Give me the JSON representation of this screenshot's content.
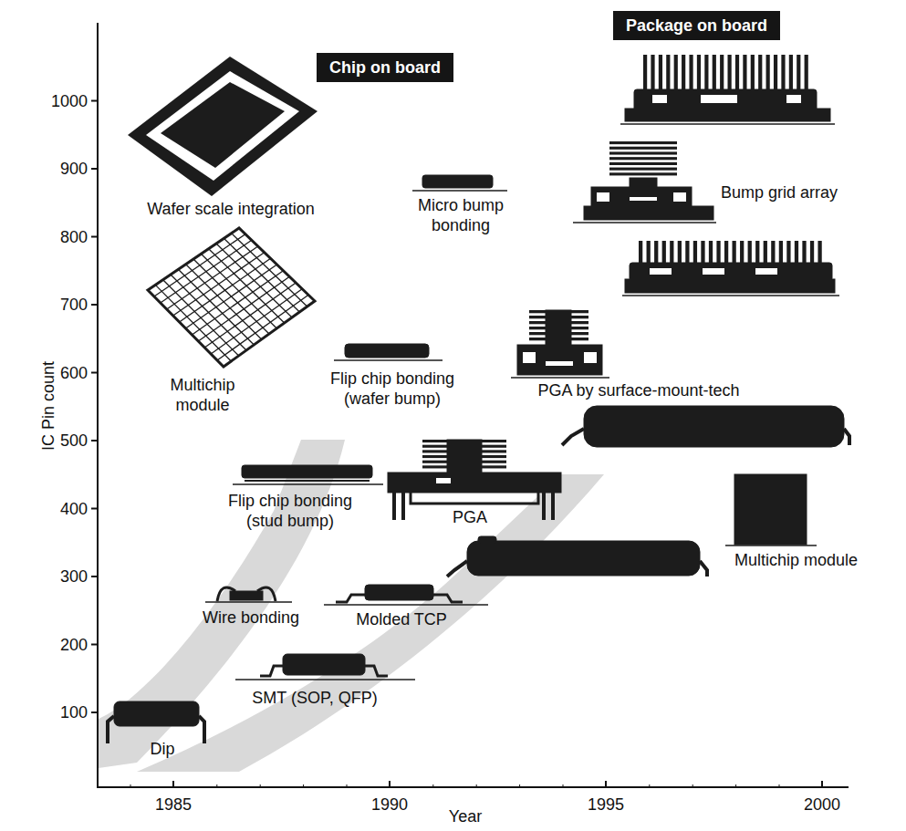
{
  "diagram": {
    "nodes": [
      {
        "text": [
          "Chip on board"
        ]
      },
      {
        "text": [
          "Package on board"
        ]
      }
    ],
    "labels": [
      "IC Pin count",
      "Year",
      "100",
      "200",
      "300",
      "400",
      "500",
      "600",
      "700",
      "800",
      "900",
      "1000",
      "1985",
      "1990",
      "1995",
      "2000",
      "Wafer scale integration",
      "Multichip module",
      "Micro bump bonding",
      "Flip chip bonding (wafer bump)",
      "Flip chip bonding (stud bump)",
      "Wire bonding",
      "Dip",
      "SMT (SOP, QFP)",
      "Molded TCP",
      "PGA",
      "PGA by surface-mount-tech",
      "Bump grid array",
      "Multichip module"
    ]
  }
}
